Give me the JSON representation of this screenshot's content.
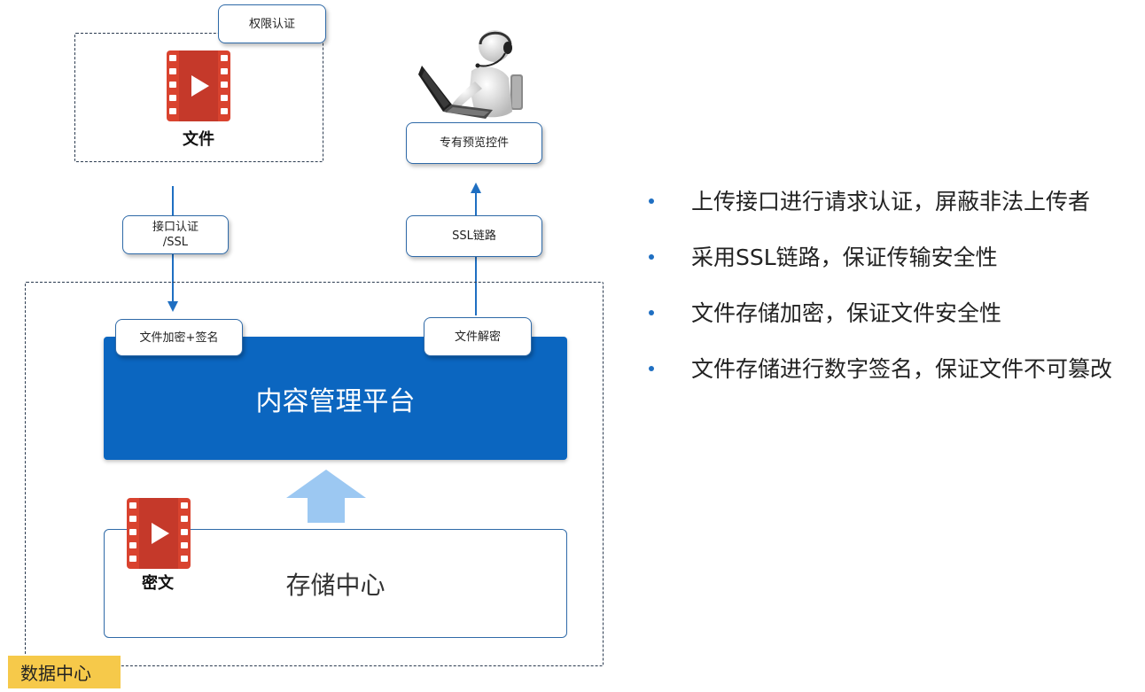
{
  "labels": {
    "permission_auth": "权限认证",
    "file_caption": "文件",
    "preview_control": "专有预览控件",
    "interface_auth": "接口认证",
    "interface_auth_ssl": "/SSL",
    "ssl_link": "SSL链路",
    "encrypt_sign": "文件加密+签名",
    "file_decrypt": "文件解密",
    "platform": "内容管理平台",
    "storage": "存储中心",
    "cipher_caption": "密文",
    "datacenter": "数据中心"
  },
  "bullets": [
    "上传接口进行请求认证，屏蔽非法上传者",
    "采用SSL链路，保证传输安全性",
    "文件存储加密，保证文件安全性",
    "文件存储进行数字签名，保证文件不可篡改"
  ],
  "icons": {
    "file_icon": "video-file-icon",
    "cipher_icon": "video-file-icon",
    "operator": "operator-headset-laptop-icon"
  },
  "colors": {
    "platform_blue": "#0b66c0",
    "border_blue": "#2f6aa8",
    "arrow_blue": "#1f6fc2",
    "file_red": "#d9432f",
    "upload_arrow": "#9cc8f2",
    "datacenter_tag": "#f6c94a"
  }
}
